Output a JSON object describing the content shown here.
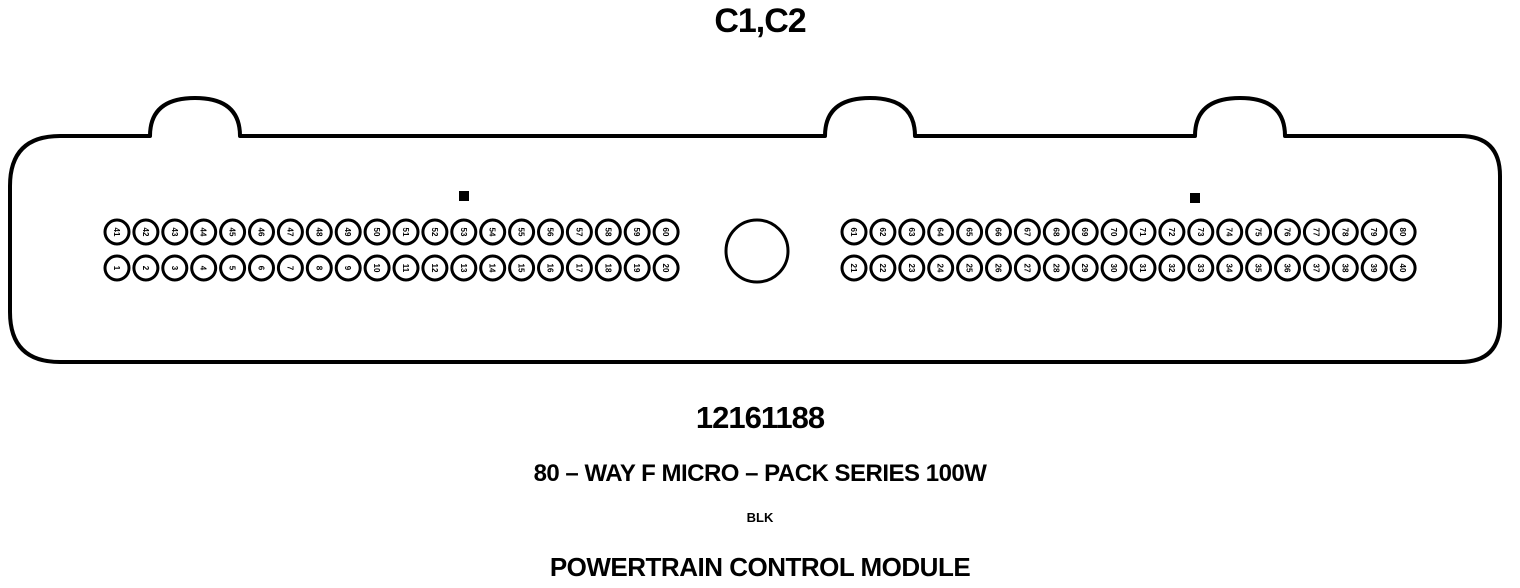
{
  "connector_title": "C1,C2",
  "part_number": "12161188",
  "description": "80 – WAY F MICRO – PACK SERIES 100W",
  "color_code": "BLK",
  "module_name": "POWERTRAIN CONTROL MODULE",
  "pin_banks": [
    {
      "name": "left-top",
      "start": 41,
      "end": 60
    },
    {
      "name": "left-bottom",
      "start": 1,
      "end": 20
    },
    {
      "name": "right-top",
      "start": 61,
      "end": 80
    },
    {
      "name": "right-bottom",
      "start": 21,
      "end": 40
    }
  ]
}
